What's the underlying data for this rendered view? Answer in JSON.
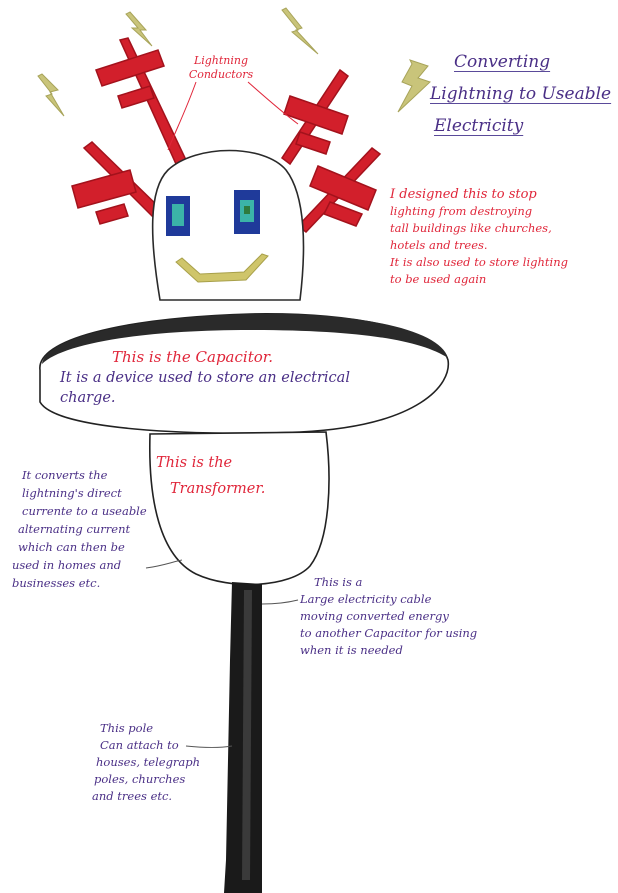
{
  "title": {
    "lines": [
      "Converting",
      "Lightning to Useable",
      "Electricity"
    ]
  },
  "labels": {
    "conductors": [
      "Lightning",
      "Conductors"
    ],
    "purpose": [
      "I designed this to stop",
      "lighting from destroying",
      "tall buildings like churches,",
      "hotels and trees.",
      "It is also used to store lighting",
      "to be used again"
    ],
    "capacitor_heading": "This is the Capacitor.",
    "capacitor_desc": [
      "It is a device used to store an electrical",
      "charge."
    ],
    "transformer_heading": [
      "This is the",
      "Transformer."
    ],
    "transformer_desc": [
      "It converts the",
      "lightning's direct",
      "currente to a useable",
      "alternating current",
      "which can then be",
      "used in homes and",
      "businesses etc."
    ],
    "cable_desc": [
      "This is a",
      "Large electricity cable",
      "moving converted energy",
      "to another Capacitor for using",
      "when it is needed"
    ],
    "pole_desc": [
      "This pole",
      "Can attach to",
      "houses, telegraph",
      "poles, churches",
      "and trees etc."
    ]
  },
  "colors": {
    "red_ink": "#e0263a",
    "purple_ink": "#4a2f86",
    "conductor_red": "#d21f2b",
    "bolt_olive": "#c9c47a",
    "pole_black": "#1a1a1a",
    "eye_blue": "#1f3a9a",
    "eye_teal": "#3bb3a8",
    "smile": "#cfc56a"
  }
}
